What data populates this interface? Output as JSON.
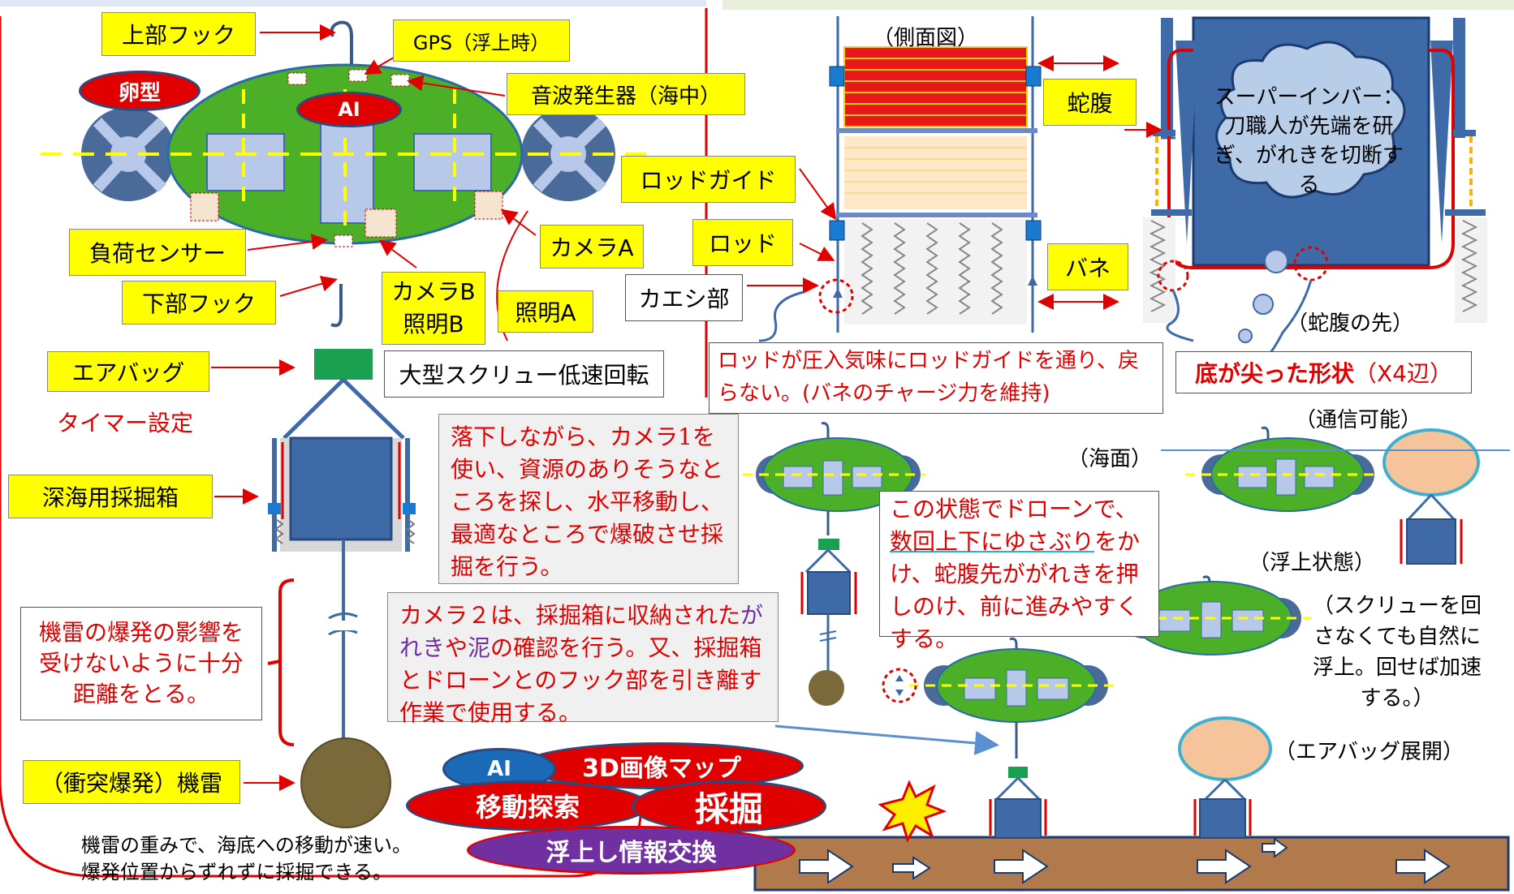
{
  "colors": {
    "label_yellow": "#ffff00",
    "accent_red": "#e00000",
    "drone_green": "#4caf28",
    "box_blue": "#3e6aa8",
    "panel_blue": "#b8c8e8",
    "seabed": "#b27a4a",
    "balloon": "#f6c49a",
    "purple": "#7030a0"
  },
  "drone": {
    "label_ai": "AI",
    "label_egg": "卵型",
    "upper_hook": "上部フック",
    "gps": "GPS（浮上時）",
    "sonic": "音波発生器（海中）",
    "load_sensor": "負荷センサー",
    "lower_hook": "下部フック",
    "camera_a": "カメラA",
    "camera_b": "カメラB",
    "light_b": "照明B",
    "light_a": "照明A",
    "rod_guide": "ロッドガイド",
    "rod": "ロッド"
  },
  "left": {
    "airbag": "エアバッグ",
    "timer": "タイマー設定",
    "screw": "大型スクリュー低速回転",
    "mining_box": "深海用採掘箱",
    "distance_note": "機雷の爆発の影響を受けないように十分距離をとる。",
    "mine": "（衝突爆発）機雷",
    "bottom_note_1": "機雷の重みで、海底への移動が速い。",
    "bottom_note_2": "爆発位置からずれずに採掘できる。"
  },
  "notes": {
    "fall_note": "落下しながら、カメラ1を使い、資源のありそうなところを探し、水平移動し、最適なところで爆破させ採掘を行う。",
    "camera2_note_a": "カメラ２は、採掘箱に収納さ",
    "camera2_note_b": "れた",
    "camera2_note_c": "がれき",
    "camera2_note_d": "や",
    "camera2_note_e": "泥",
    "camera2_note_f": "の確認を行う。又、採掘箱とドローンとのフック部を引き離す作業で使用する。",
    "rod_note": "ロッドが圧入気味にロッドガイドを通り、戻らない。(バネのチャージ力を維持)",
    "shake_note_a": "この状態でドローンで、",
    "shake_note_b": "数回上下にゆさぶり",
    "shake_note_c": "をかけ、蛇腹先ががれきを押しのけ、前に進みやすくする。",
    "screw_note": "（スクリューを回さなくても自然に浮上。回せば加速する。）"
  },
  "side": {
    "side_view": "（側面図）",
    "bellows": "蛇腹",
    "spring": "バネ",
    "kaeshi": "カエシ部",
    "super_invar": "スーパーインバー：刀職人が先端を研ぎ、がれきを切断する",
    "bellows_tip": "（蛇腹の先）",
    "pointed_a": "底が尖った形状",
    "pointed_b": "（X4辺）"
  },
  "surface": {
    "comm": "（通信可能）",
    "sea_surface": "（海面）",
    "floating": "（浮上状態）",
    "airbag_deploy": "（エアバッグ展開）"
  },
  "tags": {
    "ai": "AI",
    "map": "3D画像マップ",
    "move": "移動探索",
    "mine": "採掘",
    "float": "浮上し情報交換"
  }
}
